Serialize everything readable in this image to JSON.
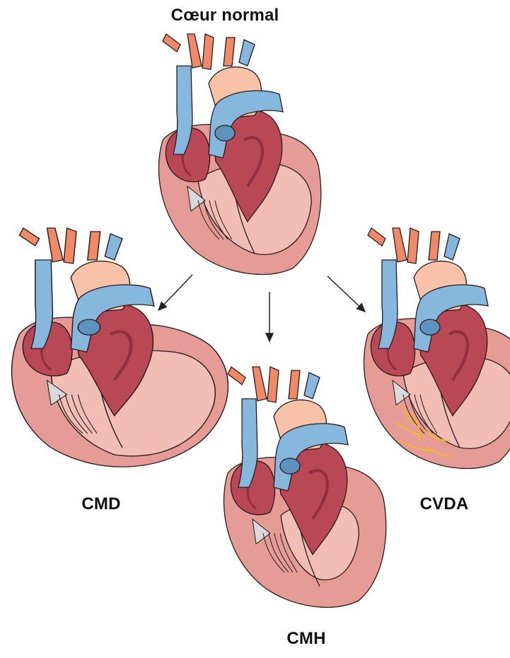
{
  "labels": {
    "normal": "Cœur normal",
    "cmd": "CMD",
    "cmh": "CMH",
    "cvda": "CVDA"
  },
  "colors": {
    "vein_blue": "#86b7dc",
    "vein_dark": "#5d93bf",
    "artery_salmon": "#f08a66",
    "aorta_light": "#f7c2a8",
    "muscle_red": "#b94856",
    "muscle_dark": "#8f2f3f",
    "wall_pink": "#e59c97",
    "chamber_pink": "#f1bdb6",
    "fibrosis_yellow": "#f3b633",
    "outline": "#2a1a1a"
  },
  "icons": [
    "normal-heart-illustration",
    "dilated-heart-illustration",
    "hypertrophic-heart-illustration",
    "arrhythmogenic-heart-illustration",
    "arrow-icon"
  ]
}
